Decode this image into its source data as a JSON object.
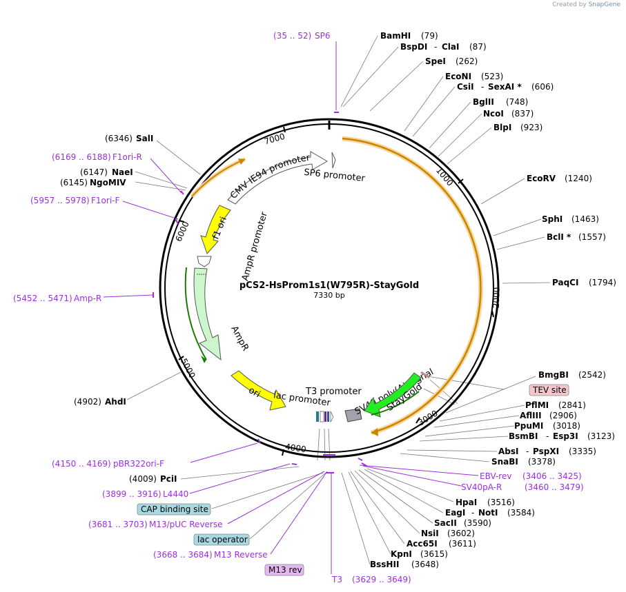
{
  "credit": {
    "prefix": "Created by",
    "brand": "SnapGene"
  },
  "plasmid": {
    "name": "pCS2-HsProm1s1(W795R)-StayGold",
    "length_label": "7330 bp",
    "length": 7330
  },
  "ticks": [
    "1000",
    "2000",
    "3000",
    "4000",
    "5000",
    "6000",
    "7000"
  ],
  "features": [
    {
      "name": "CMV IE94 promoter"
    },
    {
      "name": "SP6 promoter"
    },
    {
      "name": "f1 ori"
    },
    {
      "name": "AmpR promoter"
    },
    {
      "name": "AmpR"
    },
    {
      "name": "ori"
    },
    {
      "name": "lac promoter"
    },
    {
      "name": "T3 promoter"
    },
    {
      "name": "SV40 poly(A) signal"
    },
    {
      "name": "StayGold"
    }
  ],
  "sites": [
    {
      "name": "BamHI",
      "pos": "(79)"
    },
    {
      "name": "BspDI",
      "alias": "ClaI",
      "pos": "(87)"
    },
    {
      "name": "SpeI",
      "pos": "(262)"
    },
    {
      "name": "EcoNI",
      "pos": "(523)"
    },
    {
      "name": "CsiI",
      "alias": "SexAI *",
      "pos": "(606)"
    },
    {
      "name": "BglII",
      "pos": "(748)"
    },
    {
      "name": "NcoI",
      "pos": "(837)"
    },
    {
      "name": "BlpI",
      "pos": "(923)"
    },
    {
      "name": "EcoRV",
      "pos": "(1240)"
    },
    {
      "name": "SphI",
      "pos": "(1463)"
    },
    {
      "name": "BclI *",
      "pos": "(1557)"
    },
    {
      "name": "PaqCI",
      "pos": "(1794)"
    },
    {
      "name": "BmgBI",
      "pos": "(2542)"
    },
    {
      "name": "PflMI",
      "pos": "(2841)"
    },
    {
      "name": "AflIII",
      "pos": "(2906)"
    },
    {
      "name": "PpuMI",
      "pos": "(3018)"
    },
    {
      "name": "BsmBI",
      "alias": "Esp3I",
      "pos": "(3123)"
    },
    {
      "name": "AbsI",
      "alias": "PspXI",
      "pos": "(3335)"
    },
    {
      "name": "SnaBI",
      "pos": "(3378)"
    },
    {
      "name": "HpaI",
      "pos": "(3516)"
    },
    {
      "name": "EagI",
      "alias": "NotI",
      "pos": "(3584)"
    },
    {
      "name": "SacII",
      "pos": "(3590)"
    },
    {
      "name": "NsiI",
      "pos": "(3602)"
    },
    {
      "name": "Acc65I",
      "pos": "(3611)"
    },
    {
      "name": "KpnI",
      "pos": "(3615)"
    },
    {
      "name": "BssHII",
      "pos": "(3648)"
    },
    {
      "name": "PciI",
      "pos": "(4009)"
    },
    {
      "name": "AhdI",
      "pos": "(4902)"
    },
    {
      "name": "NgoMIV",
      "pos": "(6145)"
    },
    {
      "name": "NaeI",
      "pos": "(6147)"
    },
    {
      "name": "SalI",
      "pos": "(6346)"
    }
  ],
  "primers": [
    {
      "range": "(35 .. 52)",
      "name": "SP6"
    },
    {
      "range": "(6169 .. 6188)",
      "name": "F1ori-R"
    },
    {
      "range": "(5957 .. 5978)",
      "name": "F1ori-F"
    },
    {
      "range": "(5452 .. 5471)",
      "name": "Amp-R"
    },
    {
      "range": "(4150 .. 4169)",
      "name": "pBR322ori-F"
    },
    {
      "range": "(3899 .. 3916)",
      "name": "L4440"
    },
    {
      "range": "(3681 .. 3703)",
      "name": "M13/pUC Reverse"
    },
    {
      "range": "(3668 .. 3684)",
      "name": "M13 Reverse"
    },
    {
      "range": "(3629 .. 3649)",
      "name": "T3"
    },
    {
      "name": "EBV-rev",
      "range": "(3406 .. 3425)"
    },
    {
      "name": "SV40pA-R",
      "range": "(3460 .. 3479)"
    }
  ],
  "boxed": [
    {
      "name": "TEV site"
    },
    {
      "name": "CAP binding site"
    },
    {
      "name": "lac operator"
    },
    {
      "name": "M13 rev"
    }
  ],
  "colors": {
    "backbone": "#000000",
    "insert_arc": "#f0a020",
    "primer": "#9b30d9",
    "yellow_feature": "#ffff00",
    "ampr": "#ccf7cc",
    "staygold": "#22ee22",
    "tev_box": "#f5c6cc",
    "cyan_box": "#a8d8e0",
    "m13_box": "#e4b8f0"
  }
}
